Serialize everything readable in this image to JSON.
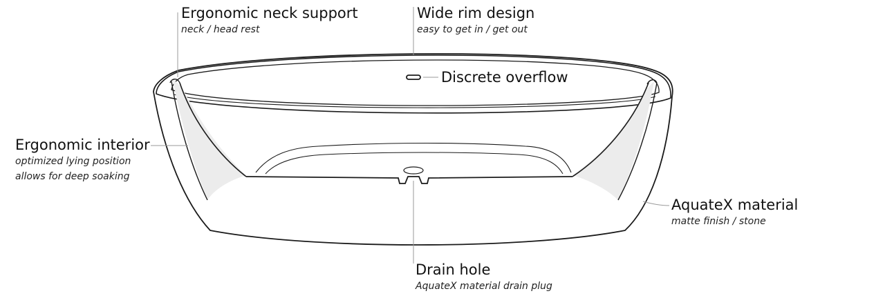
{
  "diagram": {
    "colors": {
      "line": "#1a1a1a",
      "leader": "#9a9a9a",
      "shade": "#ececec"
    }
  },
  "callouts": {
    "neck_support": {
      "title": "Ergonomic neck support",
      "subtitle": "neck / head rest"
    },
    "wide_rim": {
      "title": "Wide rim design",
      "subtitle": "easy to get in / get out"
    },
    "overflow": {
      "title": "Discrete overflow"
    },
    "interior": {
      "title": "Ergonomic interior",
      "subtitle": "optimized lying position",
      "subtitle2": "allows for deep soaking"
    },
    "material": {
      "title": "AquateX material",
      "subtitle": "matte finish / stone"
    },
    "drain": {
      "title": "Drain hole",
      "subtitle": "AquateX material drain plug"
    }
  }
}
